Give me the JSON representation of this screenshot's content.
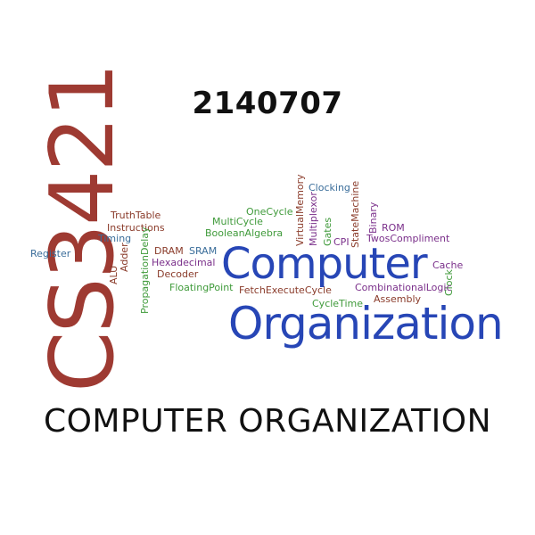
{
  "course_code": "2140707",
  "footer_title": "COMPUTER ORGANIZATION",
  "cloud": {
    "course_id": "CS3421",
    "headline_1": "Computer",
    "headline_2": "Organization",
    "words": {
      "truthtable": "TruthTable",
      "instructions": "Instructions",
      "timing": "Timing",
      "register": "Register",
      "alu": "ALU",
      "adder": "Adder",
      "propagationdelay": "PropagationDelay",
      "dram": "DRAM",
      "sram": "SRAM",
      "hexadecimal": "Hexadecimal",
      "decoder": "Decoder",
      "floatingpoint": "FloatingPoint",
      "multicycle": "MultiCycle",
      "onecycle": "OneCycle",
      "booleanalgebra": "BooleanAlgebra",
      "virtualmemory": "VirtualMemory",
      "clocking": "Clocking",
      "multiplexor": "Multiplexor",
      "gates": "Gates",
      "cpi": "CPI",
      "statemachine": "StateMachine",
      "binary": "Binary",
      "rom": "ROM",
      "twoscompliment": "TwosCompliment",
      "cache": "Cache",
      "clock": "Clock",
      "fetchexecutecycle": "FetchExecuteCycle",
      "combinationallogic": "CombinationalLogic",
      "assembly": "Assembly",
      "cycletime": "CycleTime"
    },
    "colors": {
      "red": "#9e3a32",
      "blue": "#2746b6",
      "green": "#3f9a3a",
      "purple": "#7a2f8a",
      "brown": "#8a3b2a",
      "steel": "#3a6d9a"
    }
  }
}
